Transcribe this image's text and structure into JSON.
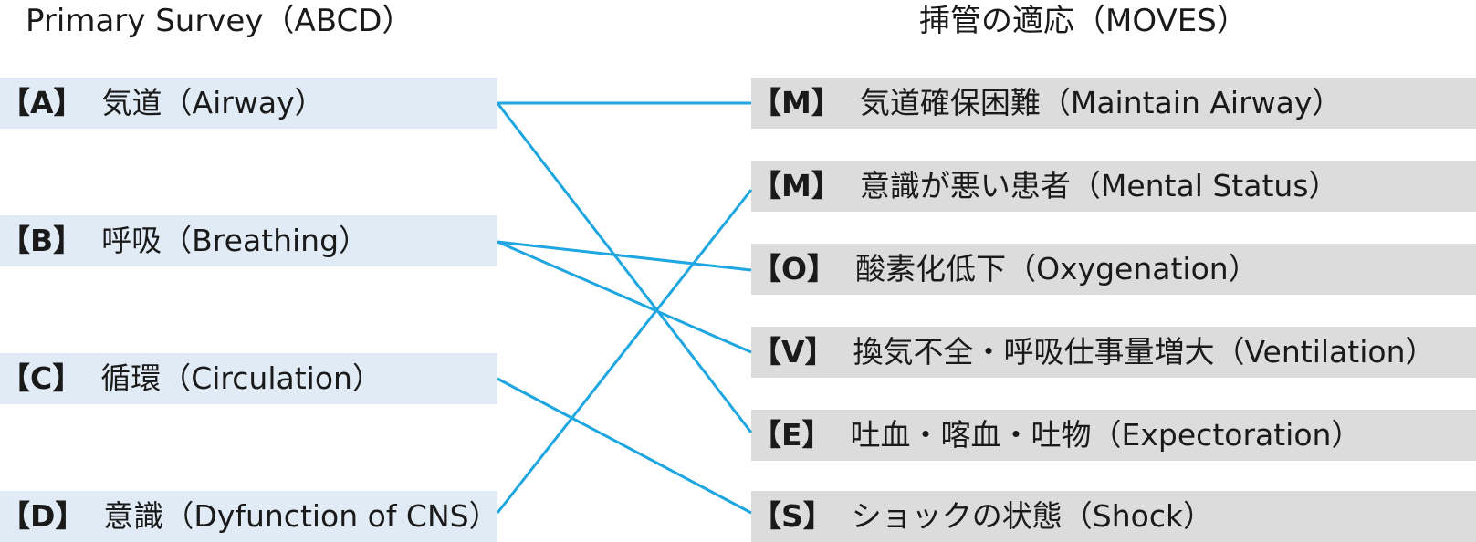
{
  "left_heading": "Primary Survey（ABCD）",
  "right_heading": "挿管の適応（MOVES）",
  "left_items": [
    {
      "key": "【A】",
      "label": "気道（Airway）"
    },
    {
      "key": "【B】",
      "label": "呼吸（Breathing）"
    },
    {
      "key": "【C】",
      "label": "循環（Circulation）"
    },
    {
      "key": "【D】",
      "label": "意識（Dyfunction of CNS）"
    }
  ],
  "right_items": [
    {
      "key": "【M】",
      "label": "気道確保困難（Maintain Airway）"
    },
    {
      "key": "【M】",
      "label": "意識が悪い患者（Mental Status）"
    },
    {
      "key": "【O】",
      "label": "酸素化低下（Oxygenation）"
    },
    {
      "key": "【V】",
      "label": "換気不全・呼吸仕事量増大（Ventilation）"
    },
    {
      "key": "【E】",
      "label": "吐血・喀血・吐物（Expectoration）"
    },
    {
      "key": "【S】",
      "label": "ショックの状態（Shock）"
    }
  ],
  "links": [
    {
      "from": 0,
      "to": 0
    },
    {
      "from": 0,
      "to": 4
    },
    {
      "from": 1,
      "to": 2
    },
    {
      "from": 1,
      "to": 3
    },
    {
      "from": 2,
      "to": 5
    },
    {
      "from": 3,
      "to": 1
    }
  ],
  "colors": {
    "left_box": "#e1ebf5",
    "right_box": "#dcdcdc",
    "connector": "#1ea6e0"
  }
}
